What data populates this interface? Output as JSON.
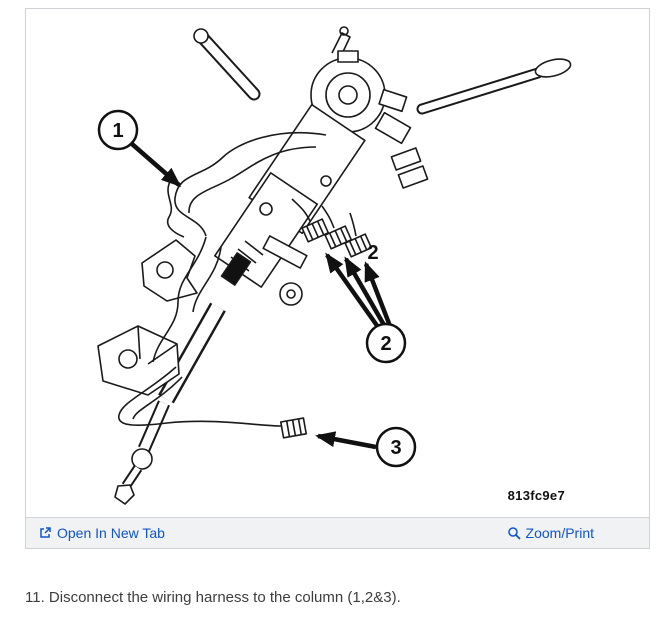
{
  "figure": {
    "id": "813fc9e7",
    "callouts": [
      {
        "label": "1"
      },
      {
        "label": "2"
      },
      {
        "label": "3"
      }
    ]
  },
  "toolbar": {
    "open_in_new_tab": "Open In New Tab",
    "zoom_print": "Zoom/Print"
  },
  "instruction": {
    "text": "11. Disconnect the wiring harness to the column (1,2&3)."
  },
  "colors": {
    "link": "#1155cc",
    "toolbar_bg": "#f1f2f3",
    "panel_border": "#cfd3d7",
    "text": "#3d3d3d",
    "line": "#1a1a1a"
  }
}
